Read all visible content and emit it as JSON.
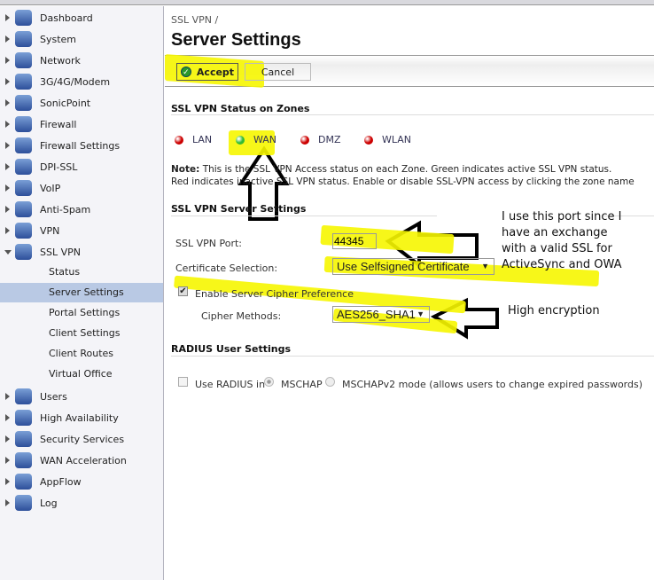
{
  "sidebar": {
    "items": [
      {
        "label": "Dashboard",
        "icon": "dashboard-icon"
      },
      {
        "label": "System",
        "icon": "monitor-icon"
      },
      {
        "label": "Network",
        "icon": "globe-network-icon"
      },
      {
        "label": "3G/4G/Modem",
        "icon": "modem-icon"
      },
      {
        "label": "SonicPoint",
        "icon": "access-point-icon"
      },
      {
        "label": "Firewall",
        "icon": "firewall-icon"
      },
      {
        "label": "Firewall Settings",
        "icon": "firewall-settings-icon"
      },
      {
        "label": "DPI-SSL",
        "icon": "lock-icon"
      },
      {
        "label": "VoIP",
        "icon": "headset-icon"
      },
      {
        "label": "Anti-Spam",
        "icon": "mail-icon"
      },
      {
        "label": "VPN",
        "icon": "padlock-icon"
      },
      {
        "label": "SSL VPN",
        "icon": "ssl-vpn-icon",
        "expanded": true
      }
    ],
    "sslvpn_sub": [
      "Status",
      "Server Settings",
      "Portal Settings",
      "Client Settings",
      "Client Routes",
      "Virtual Office"
    ],
    "selected_sub": "Server Settings",
    "items2": [
      {
        "label": "Users",
        "icon": "users-icon"
      },
      {
        "label": "High Availability",
        "icon": "servers-icon"
      },
      {
        "label": "Security Services",
        "icon": "shield-icon"
      },
      {
        "label": "WAN Acceleration",
        "icon": "wan-acceleration-icon"
      },
      {
        "label": "AppFlow",
        "icon": "appflow-icon"
      },
      {
        "label": "Log",
        "icon": "log-search-icon"
      }
    ]
  },
  "header": {
    "breadcrumb": "SSL VPN /",
    "title": "Server Settings"
  },
  "toolbar": {
    "accept": "Accept",
    "cancel": "Cancel"
  },
  "zones": {
    "heading": "SSL VPN Status on Zones",
    "items": [
      {
        "label": "LAN",
        "status": "inactive",
        "color": "#cc0000"
      },
      {
        "label": "WAN",
        "status": "active",
        "color": "#33bb33"
      },
      {
        "label": "DMZ",
        "status": "inactive",
        "color": "#cc0000"
      },
      {
        "label": "WLAN",
        "status": "inactive",
        "color": "#cc0000"
      }
    ],
    "note_label": "Note:",
    "note_line1": "This is the SSL VPN Access status on each Zone. Green indicates active SSL VPN status.",
    "note_line2": "Red indicates inactive SSL VPN status. Enable or disable SSL-VPN access by clicking the zone name"
  },
  "server": {
    "heading": "SSL VPN Server Settings",
    "port_label": "SSL VPN Port:",
    "port_value": "44345",
    "cert_label": "Certificate Selection:",
    "cert_value": "Use Selfsigned Certificate",
    "cipher_pref_label": "Enable Server Cipher Preference",
    "cipher_pref_checked": true,
    "cipher_label": "Cipher Methods:",
    "cipher_value": "AES256_SHA1"
  },
  "radius": {
    "heading": "RADIUS User Settings",
    "use_label": "Use RADIUS in",
    "use_checked": false,
    "opt1": "MSCHAP",
    "opt2": "MSCHAPv2 mode (allows users to change expired passwords)",
    "selected": "MSCHAP"
  },
  "annotations": {
    "port_note": "I use this port since I have an exchange with a valid SSL for ActiveSync and OWA",
    "cipher_note": "High encryption",
    "highlight_color": "#f6f600"
  }
}
